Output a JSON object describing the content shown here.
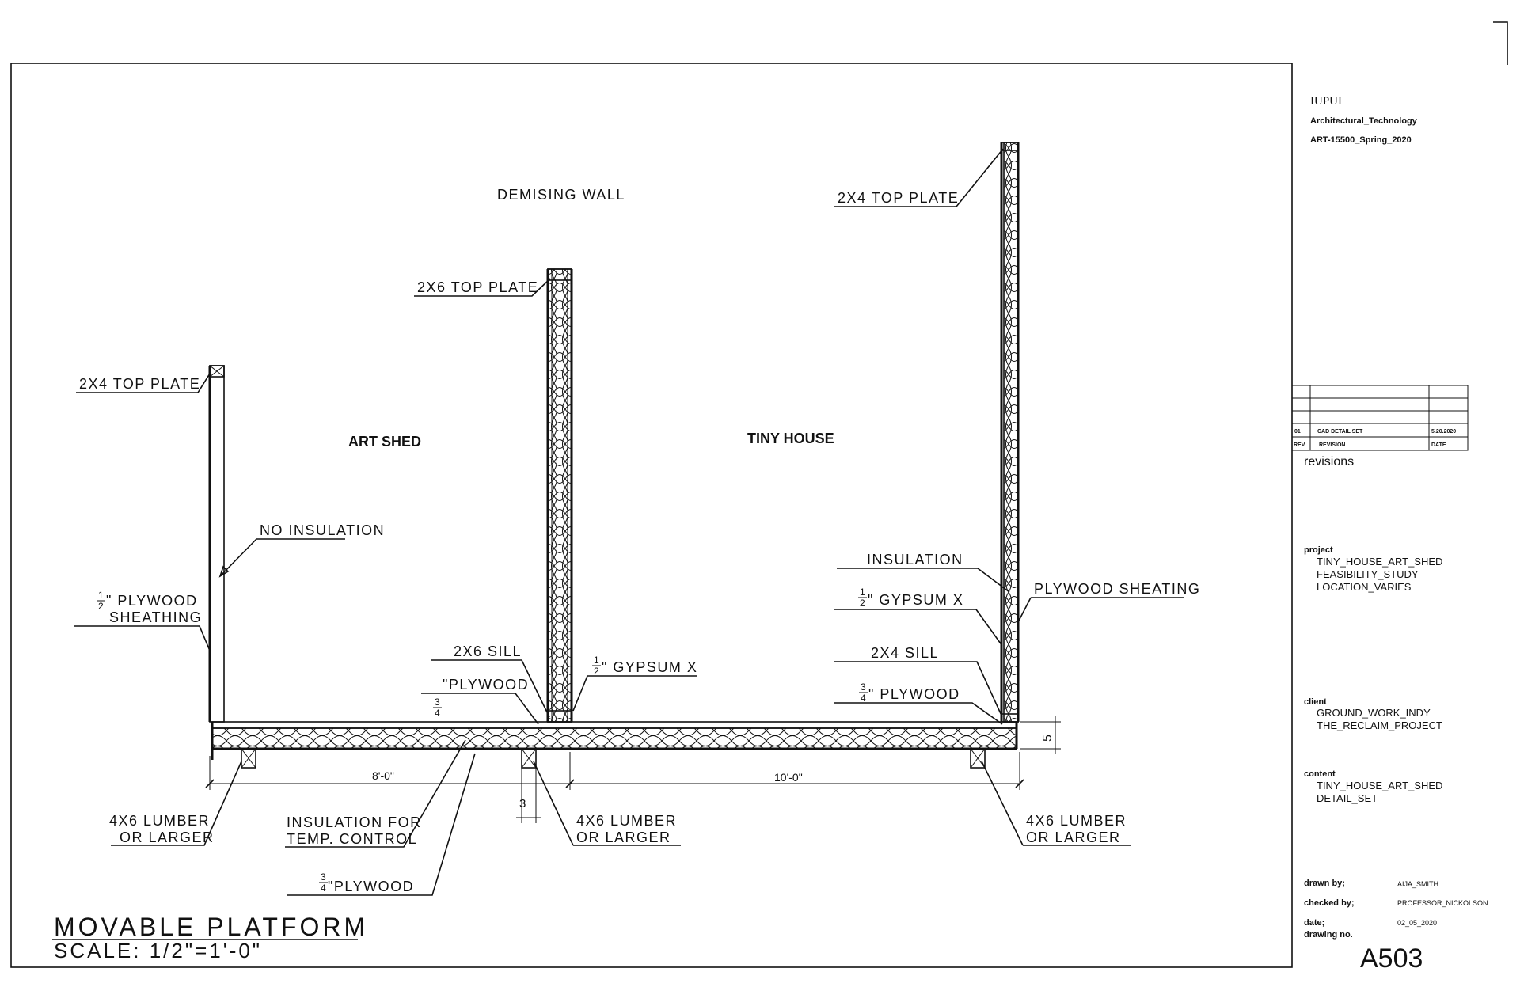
{
  "titleblock": {
    "school": "IUPUI",
    "program": "Architectural_Technology",
    "course": "ART-15500_Spring_2020",
    "revisions_label": "revisions",
    "rev_row": {
      "num": "01",
      "desc": "CAD DETAIL SET",
      "date": "5.20.2020"
    },
    "rev_header": {
      "num": "REV",
      "desc": "REVISION",
      "date": "DATE"
    },
    "project_label": "project",
    "project_lines": [
      "TINY_HOUSE_ART_SHED",
      "FEASIBILITY_STUDY",
      "LOCATION_VARIES"
    ],
    "client_label": "client",
    "client_lines": [
      "GROUND_WORK_INDY",
      "THE_RECLAIM_PROJECT"
    ],
    "content_label": "content",
    "content_lines": [
      "TINY_HOUSE_ART_SHED",
      "DETAIL_SET"
    ],
    "drawn_label": "drawn by;",
    "drawn_value": "AIJA_SMITH",
    "checked_label": "checked by;",
    "checked_value": "PROFESSOR_NICKOLSON",
    "date_label": "date;",
    "date_value": "02_05_2020",
    "drawing_no_label": "drawing no.",
    "drawing_no": "A503"
  },
  "drawing": {
    "title": "MOVABLE PLATFORM",
    "scale": "SCALE: 1/2\"=1'-0\"",
    "rooms": {
      "art_shed": "ART SHED",
      "tiny_house": "TINY HOUSE"
    },
    "labels": {
      "demising_wall": "DEMISING WALL",
      "top_plate_2x4_left": "2X4 TOP PLATE",
      "top_plate_2x6": "2X6 TOP PLATE",
      "top_plate_2x4_right": "2X4 TOP PLATE",
      "no_insulation": "NO INSULATION",
      "plywood_sheathing_1": "\" PLYWOOD",
      "plywood_sheathing_2": "SHEATHING",
      "sill_2x6": "2X6 SILL",
      "plywood_mid": "\"PLYWOOD",
      "gypsum_mid": "\" GYPSUM X",
      "insulation_right": "INSULATION",
      "gypsum_right": "\" GYPSUM X",
      "plywood_sheating": "PLYWOOD SHEATING",
      "sill_2x4": "2X4 SILL",
      "plywood_right": "\" PLYWOOD",
      "lumber_left_1": "4X6 LUMBER",
      "lumber_left_2": "OR LARGER",
      "insul_temp_1": "INSULATION FOR",
      "insul_temp_2": "TEMP. CONTROL",
      "lumber_mid_1": "4X6 LUMBER",
      "lumber_mid_2": "OR LARGER",
      "lumber_right_1": "4X6 LUMBER",
      "lumber_right_2": "OR LARGER",
      "plywood_bottom": "\"PLYWOOD",
      "dim_left": "8'-0\"",
      "dim_right": "10'-0\"",
      "dim_thick_1": "5",
      "dim_thick_2": "3"
    },
    "fractions": {
      "half": "1",
      "half_den": "2",
      "three": "3",
      "four": "4"
    }
  }
}
